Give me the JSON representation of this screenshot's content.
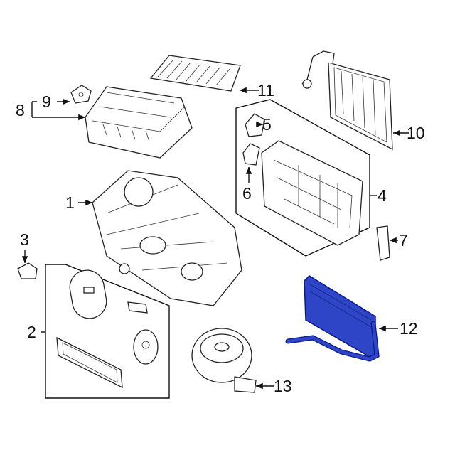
{
  "callouts": {
    "c1": "1",
    "c2": "2",
    "c3": "3",
    "c4": "4",
    "c5": "5",
    "c6": "6",
    "c7": "7",
    "c8": "8",
    "c9": "9",
    "c10": "10",
    "c11": "11",
    "c12": "12",
    "c13": "13"
  },
  "highlight_color": "#2f45c8"
}
